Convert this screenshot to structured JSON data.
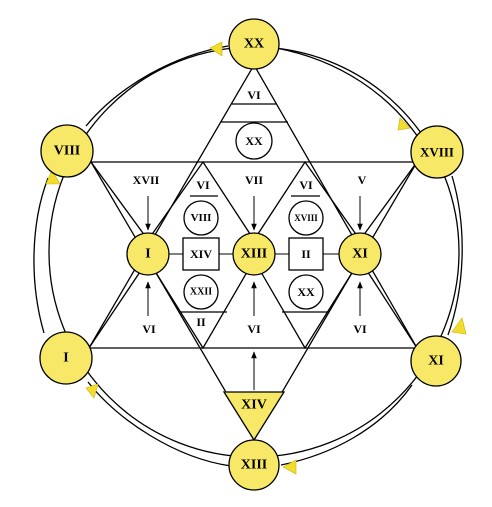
{
  "colors": {
    "node_fill": "#f7e867",
    "arrow_fill": "#f2dc2e",
    "line": "#000000",
    "background": "#ffffff"
  },
  "outer_nodes": {
    "top": "XX",
    "upper_right": "XVIII",
    "lower_right": "XI",
    "bottom": "XIII",
    "lower_left": "I",
    "upper_left": "VIII"
  },
  "inner_nodes": {
    "left": "I",
    "center": "XIII",
    "right": "XI"
  },
  "top_triangle": {
    "label": "VI",
    "circle": "XX"
  },
  "bottom_triangle": {
    "label": "XIV"
  },
  "upper_band": {
    "left": "XVII",
    "left_inner": "VI",
    "middle": "VII",
    "right_inner": "VI",
    "right": "V"
  },
  "left_column": {
    "top_circle": "VIII",
    "box": "XIV",
    "bottom_circle": "XXII",
    "bottom_label": "II"
  },
  "right_column": {
    "top_circle": "XVIII",
    "box": "II",
    "bottom_circle": "XX"
  },
  "lower_band": {
    "left": "VI",
    "middle": "VI",
    "right": "VI"
  }
}
